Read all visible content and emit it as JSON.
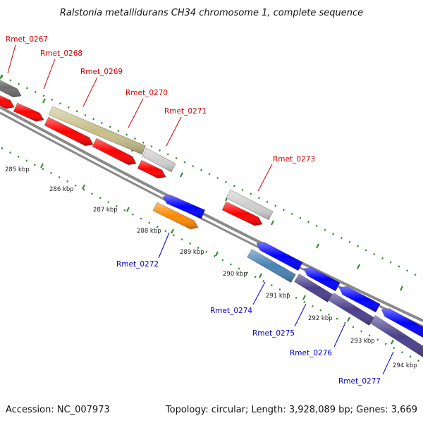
{
  "title": "Ralstonia metallidurans CH34 chromosome 1, complete sequence",
  "footer": {
    "accession": "Accession: NC_007973",
    "stats": "Topology: circular; Length: 3,928,089 bp; Genes: 3,669"
  },
  "ticks": [
    "285 kbp",
    "286 kbp",
    "287 kbp",
    "288 kbp",
    "289 kbp",
    "290 kbp",
    "291 kbp",
    "292 kbp",
    "293 kbp",
    "294 kbp"
  ],
  "gene_labels": [
    {
      "text": "Rmet_0267",
      "color": "#cc0000"
    },
    {
      "text": "Rmet_0268",
      "color": "#cc0000"
    },
    {
      "text": "Rmet_0269",
      "color": "#cc0000"
    },
    {
      "text": "Rmet_0270",
      "color": "#cc0000"
    },
    {
      "text": "Rmet_0271",
      "color": "#cc0000"
    },
    {
      "text": "Rmet_0273",
      "color": "#cc0000"
    },
    {
      "text": "Rmet_0272",
      "color": "#0000cc"
    },
    {
      "text": "Rmet_0274",
      "color": "#0000cc"
    },
    {
      "text": "Rmet_0275",
      "color": "#0000cc"
    },
    {
      "text": "Rmet_0276",
      "color": "#0000cc"
    },
    {
      "text": "Rmet_0277",
      "color": "#0000cc"
    }
  ],
  "colors": {
    "backbone": "#8a8a8a",
    "tick_green": "#2a8a2a",
    "red_gene": "#ff0000",
    "blue_gene": "#0000ff",
    "purple_gene": "#4a3f8c",
    "olive_gene": "#c8c08a",
    "gray_gene": "#cfcfcf",
    "dark_gray_gene": "#6e6e6e",
    "orange_gene": "#ff8800",
    "steel_gene": "#4682b4"
  }
}
